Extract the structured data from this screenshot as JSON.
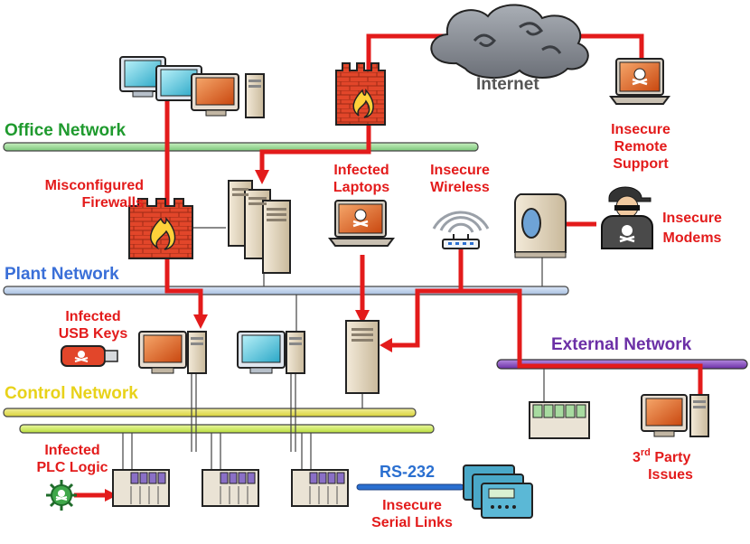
{
  "colors": {
    "threat": "#e31b1b",
    "office": "#1f9a2e",
    "plant": "#3a6fd8",
    "external": "#6b2fa6",
    "control": "#e8d21a",
    "rs232": "#2a6fd0",
    "internet": "#555555"
  },
  "networks": {
    "office": "Office Network",
    "plant": "Plant Network",
    "external": "External Network",
    "control": "Control Network"
  },
  "labels": {
    "internet": "Internet",
    "rs232": "RS-232"
  },
  "threats": {
    "firewalls": [
      "Misconfigured",
      "Firewalls"
    ],
    "laptops": [
      "Infected",
      "Laptops"
    ],
    "wireless": [
      "Insecure",
      "Wireless"
    ],
    "remote": [
      "Insecure",
      "Remote",
      "Support"
    ],
    "modems": [
      "Insecure",
      "Modems"
    ],
    "usb": [
      "Infected",
      "USB Keys"
    ],
    "plc": [
      "Infected",
      "PLC Logic"
    ],
    "serial": [
      "Insecure",
      "Serial Links"
    ],
    "third_party": {
      "num": "3",
      "sup": "rd",
      "line1_rest": " Party",
      "line2": "Issues"
    }
  },
  "icons": {
    "cloud": "cloud-icon",
    "firewall": "firewall-icon",
    "server": "server-icon",
    "workstation": "workstation-icon",
    "laptop": "laptop-icon",
    "access_point": "wireless-access-point-icon",
    "modem": "modem-icon",
    "hacker": "hacker-icon",
    "usb": "usb-key-icon",
    "virus": "virus-icon",
    "plc": "plc-rack-icon"
  }
}
